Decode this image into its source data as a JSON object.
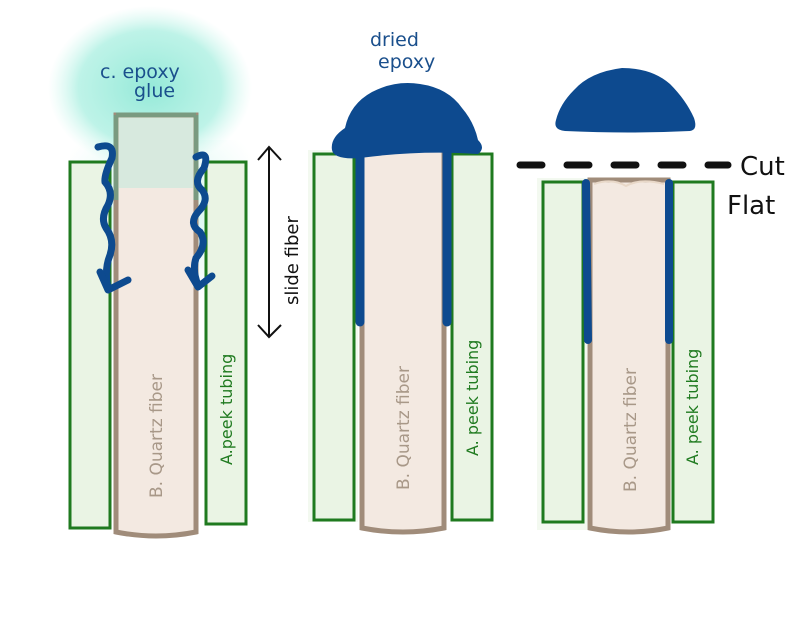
{
  "title": "Epoxy fiber assembly steps",
  "colors": {
    "background": "#ffffff",
    "tubing_fill": "#eaf4e4",
    "tubing_stroke": "#1f7a1f",
    "fiber_fill": "#f3e9e1",
    "fiber_stroke": "#a08c7a",
    "epoxy_dark": "#0d4a8f",
    "glue_glow": "#8fe8d6",
    "label_blue": "#1a4f8c",
    "label_green": "#1f7a1f",
    "label_fiber": "#a89888",
    "ink_black": "#111111"
  },
  "panels": [
    {
      "id": "step-1",
      "top_label": "c. epoxy",
      "top_label_line2": "glue",
      "fiber_label": "B. Quartz fiber",
      "tubing_label": "A.peek tubing"
    },
    {
      "id": "step-2",
      "top_label": "dried",
      "top_label_line2": "epoxy",
      "fiber_label": "B. Quartz fiber",
      "tubing_label": "A. peek tubing"
    },
    {
      "id": "step-3",
      "fiber_label": "B. Quartz fiber",
      "tubing_label": "A. peek tubing"
    }
  ],
  "annotations": {
    "slide_fiber": "slide fiber",
    "cut_line1": "Cut",
    "cut_line2": "Flat"
  }
}
